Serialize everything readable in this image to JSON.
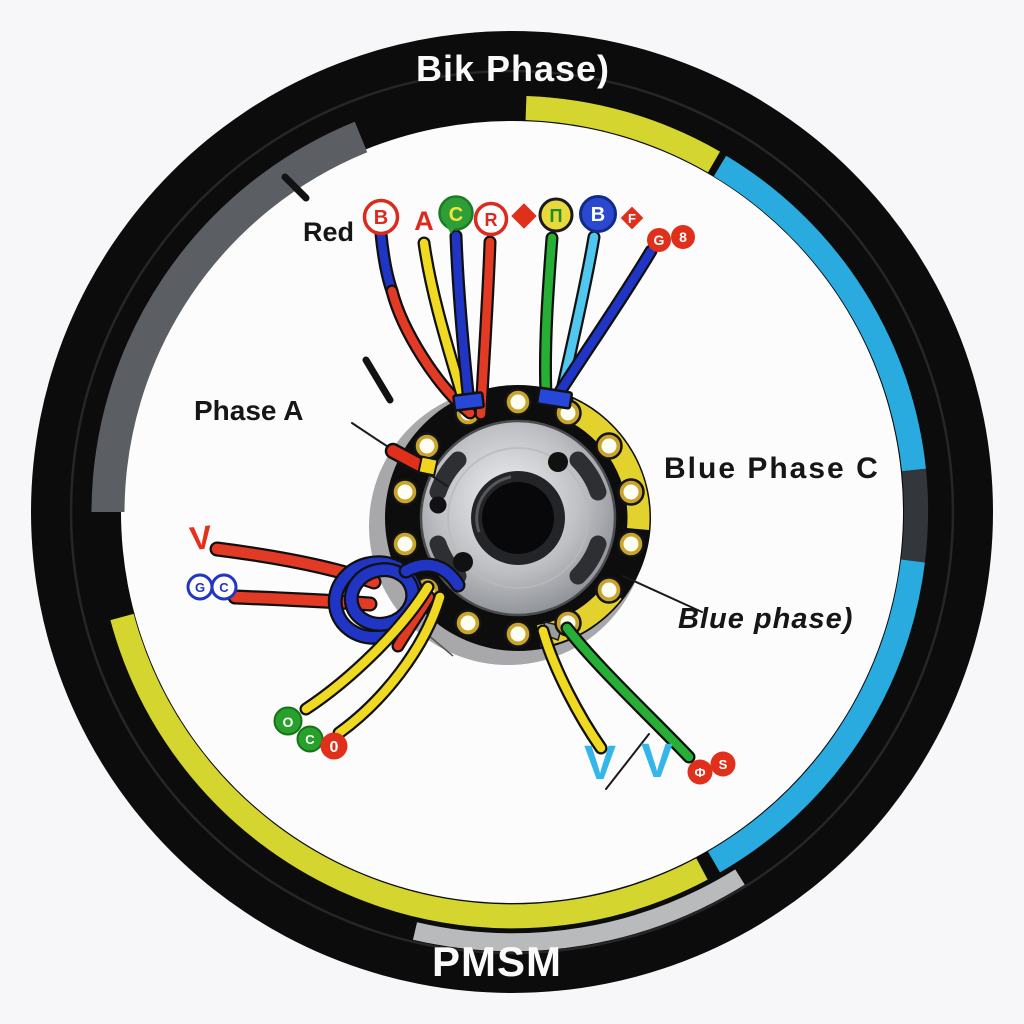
{
  "ring": {
    "top_label": "Bik Phase)",
    "bottom_label": "PMSM"
  },
  "labels": {
    "red": "Red",
    "phase_a": "Phase A",
    "blue_phase_c": "Blue Phase C",
    "blue_phase_paren": "Blue phase)",
    "v_red": "V",
    "v_cyan_left": "V",
    "v_cyan_right": "V"
  },
  "badges": {
    "top": [
      {
        "glyph": "B",
        "style": "red-ring-circle"
      },
      {
        "glyph": "A",
        "style": "red-letter"
      },
      {
        "glyph": "C",
        "style": "green-pin"
      },
      {
        "glyph": "R",
        "style": "red-ring-circle"
      },
      {
        "glyph": "",
        "style": "red-diamond"
      },
      {
        "glyph": "Π",
        "style": "yellow-circle"
      },
      {
        "glyph": "B",
        "style": "blue-circle"
      },
      {
        "glyph": "F",
        "style": "red-diamond"
      },
      {
        "glyph": "G",
        "style": "red-dot"
      },
      {
        "glyph": "8",
        "style": "red-dot"
      }
    ],
    "left": [
      {
        "glyph": "G",
        "style": "blue-ring-dot"
      },
      {
        "glyph": "C",
        "style": "blue-ring-dot"
      }
    ],
    "lower_left": [
      {
        "glyph": "O",
        "style": "green-dot"
      },
      {
        "glyph": "C",
        "style": "green-dot"
      },
      {
        "glyph": "0",
        "style": "red-dot"
      }
    ],
    "bottom_right": [
      {
        "glyph": "Ф",
        "style": "red-dot"
      },
      {
        "glyph": "S",
        "style": "red-dot"
      }
    ]
  },
  "colors": {
    "tire": "#0c0c0d",
    "band_yellow": "#d5d52f",
    "band_cyan": "#2aabdf",
    "band_gray": "#5b5f64",
    "band_dark_gap": "#33363a",
    "band_silver": "#b9babc",
    "motor_yellow": "#e3d22e",
    "gold": "#c9a42c",
    "wire_red": "#e23a25",
    "wire_blue": "#2135c4",
    "wire_yellow": "#efd921",
    "wire_green": "#27ae35",
    "wire_cyan": "#4fc7ee",
    "v_red": "#e5311c",
    "v_cyan": "#35b6e9"
  }
}
